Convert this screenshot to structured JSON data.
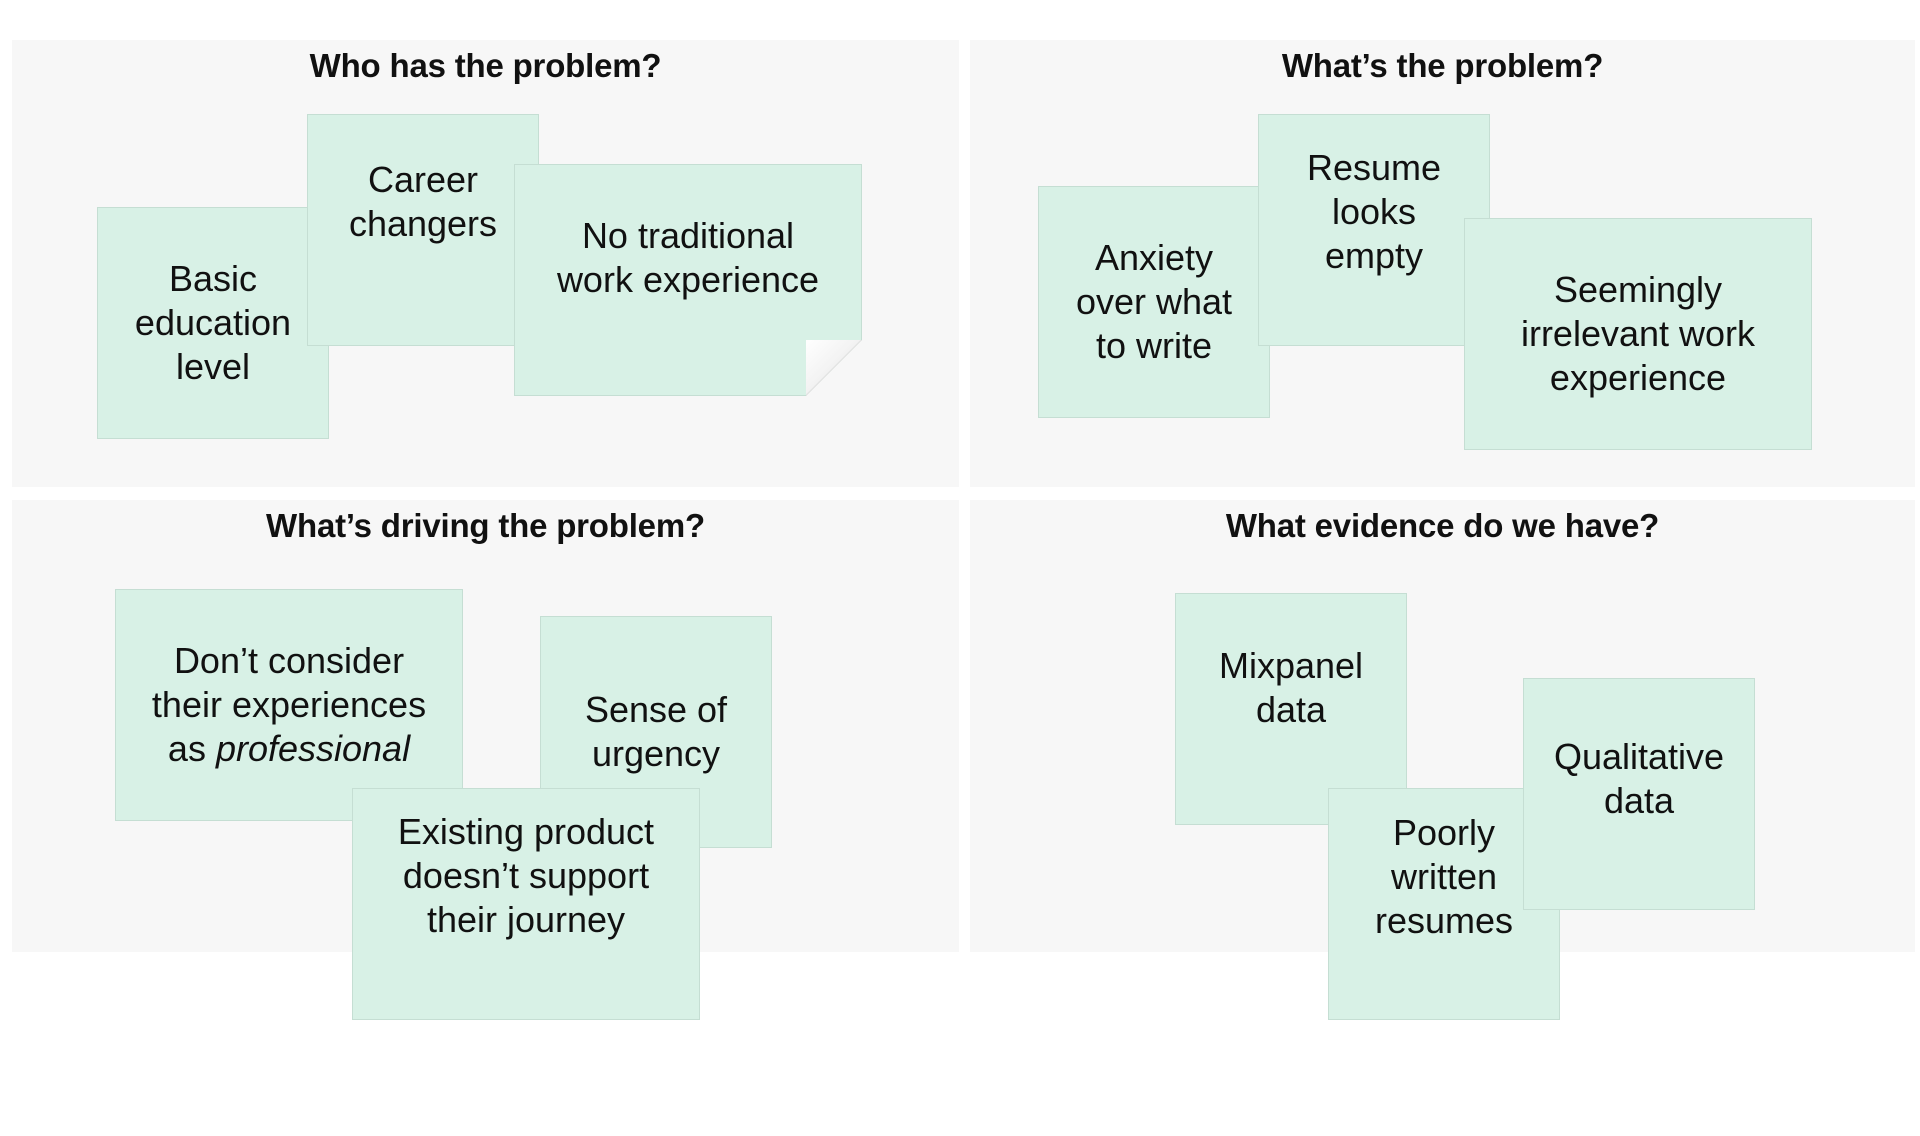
{
  "quadrants": {
    "who": {
      "title": "Who has the problem?",
      "notes": {
        "basic_education": [
          "Basic",
          "education",
          "level"
        ],
        "career_changers": [
          "Career",
          "changers"
        ],
        "no_traditional": [
          "No traditional",
          "work experience"
        ]
      }
    },
    "what": {
      "title": "What’s the problem?",
      "notes": {
        "anxiety": [
          "Anxiety",
          "over what",
          "to write"
        ],
        "resume_empty": [
          "Resume",
          "looks",
          "empty"
        ],
        "irrelevant": [
          "Seemingly",
          "irrelevant work",
          "experience"
        ]
      }
    },
    "driving": {
      "title": "What’s driving the problem?",
      "notes": {
        "dont_consider": {
          "line1": "Don’t consider",
          "line2": "their experiences",
          "line3_prefix": "as ",
          "line3_emphasis": "professional"
        },
        "urgency": [
          "Sense of",
          "urgency"
        ],
        "existing_product": [
          "Existing product",
          "doesn’t support",
          "their journey"
        ]
      }
    },
    "evidence": {
      "title": "What evidence do we have?",
      "notes": {
        "mixpanel": [
          "Mixpanel",
          "data"
        ],
        "poorly_written": [
          "Poorly",
          "written",
          "resumes"
        ],
        "qualitative": [
          "Qualitative",
          "data"
        ]
      }
    }
  },
  "colors": {
    "note_fill": "#d8f1e6",
    "quadrant_bg": "#f7f7f7",
    "text": "#111111"
  }
}
